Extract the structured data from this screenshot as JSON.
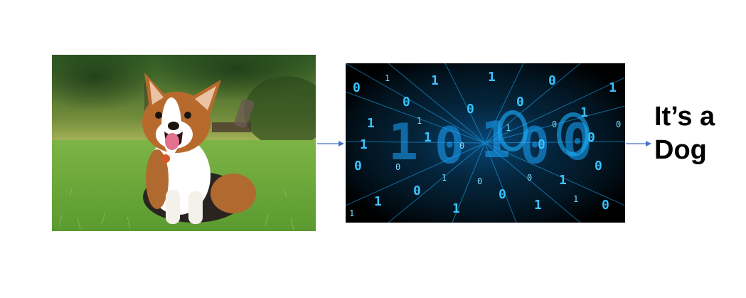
{
  "pipeline": {
    "input_image": {
      "subject": "corgi dog sitting on grass",
      "icon": "dog-photo"
    },
    "processing_image": {
      "subject": "binary code tunnel",
      "icon": "binary-code-visual"
    },
    "output": {
      "line1": "It’s a",
      "line2": "Dog"
    },
    "arrow_color": "#4472C4"
  }
}
